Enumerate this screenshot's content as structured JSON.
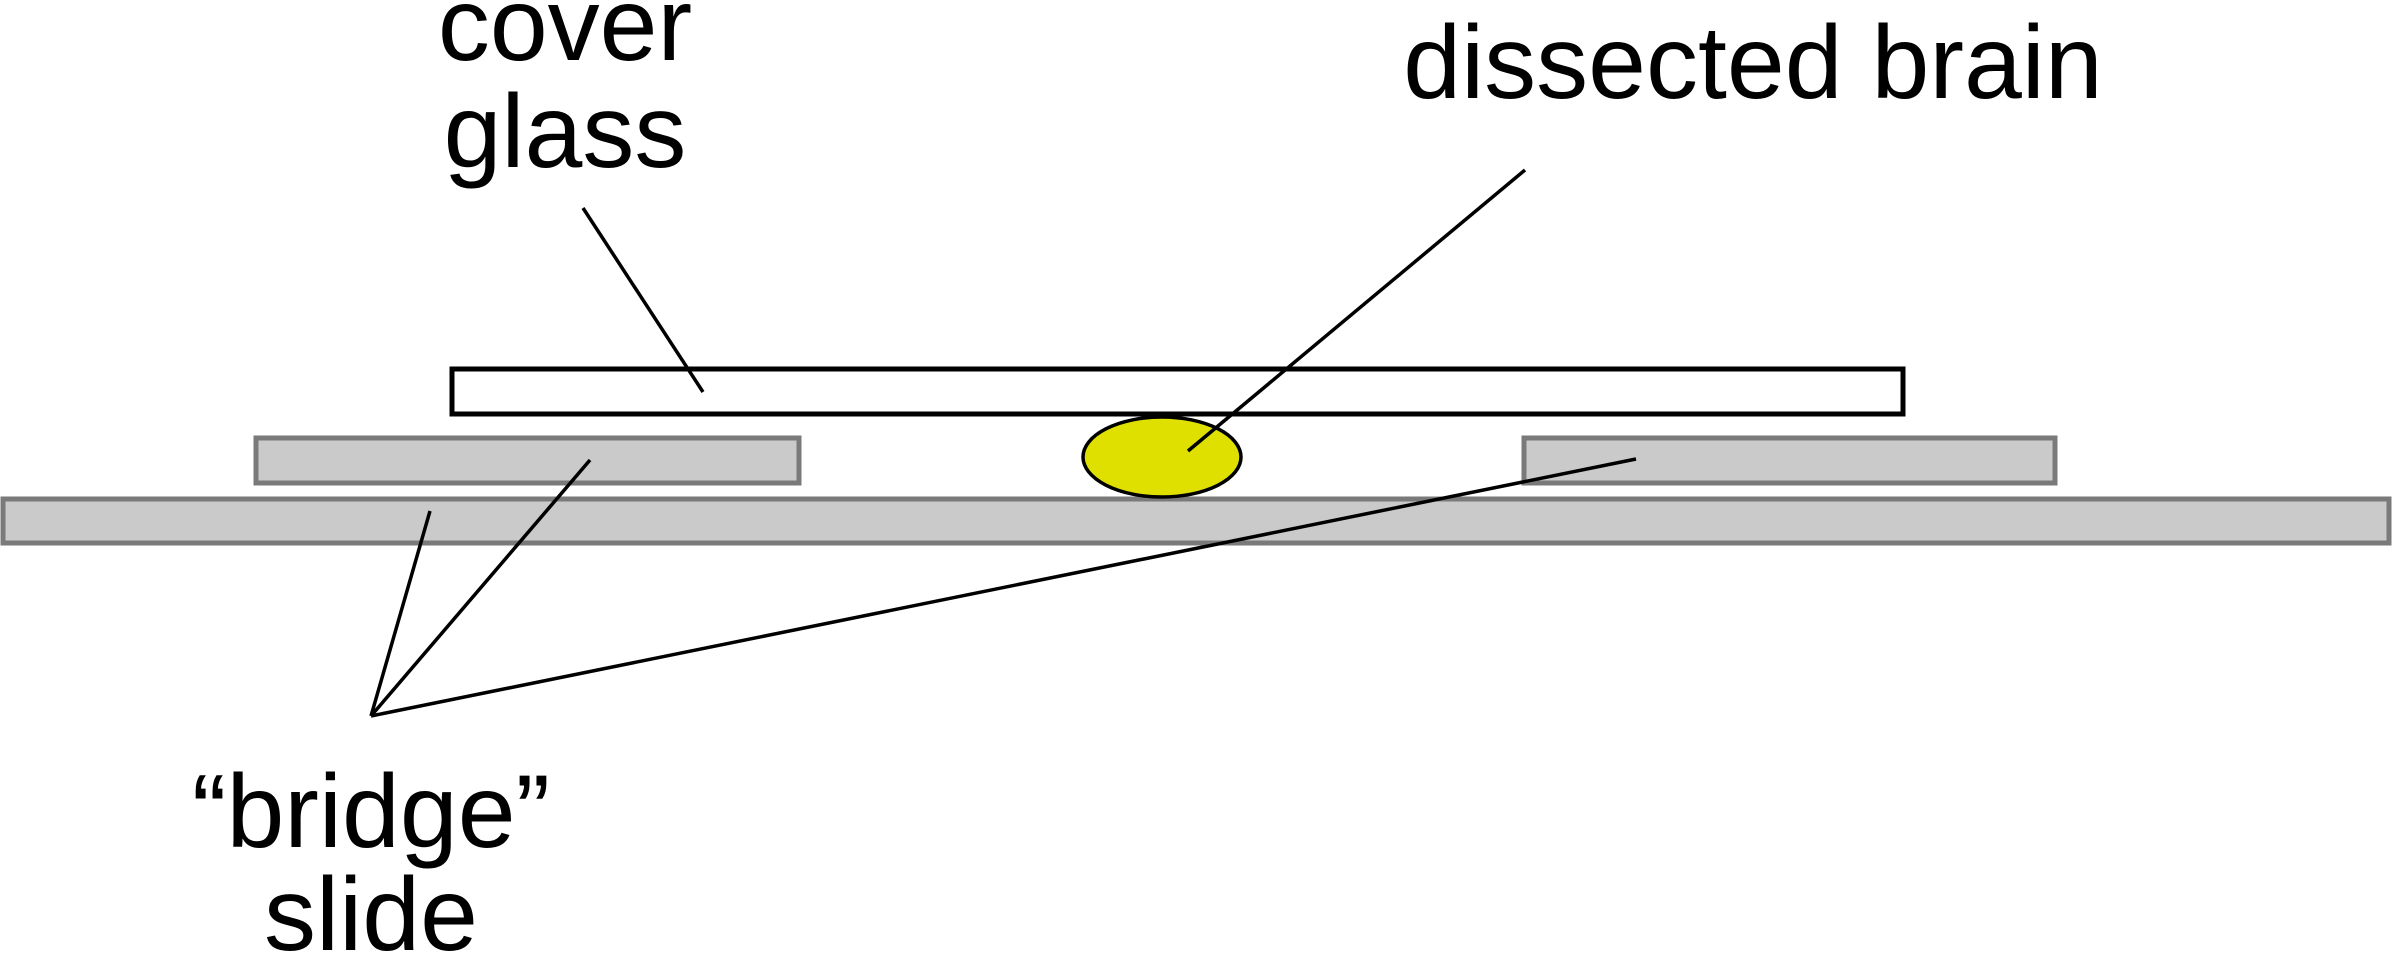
{
  "labels": {
    "cover_glass_line1": "cover",
    "cover_glass_line2": "glass",
    "dissected_brain": "dissected brain",
    "bridge_slide_line1": "“bridge”",
    "bridge_slide_line2": "slide"
  },
  "colors": {
    "brain_fill": "#dfe000",
    "slide_fill": "#cacaca",
    "slide_stroke": "#7a7a7a",
    "cover_glass_fill": "#ffffff",
    "outline": "#000000"
  }
}
